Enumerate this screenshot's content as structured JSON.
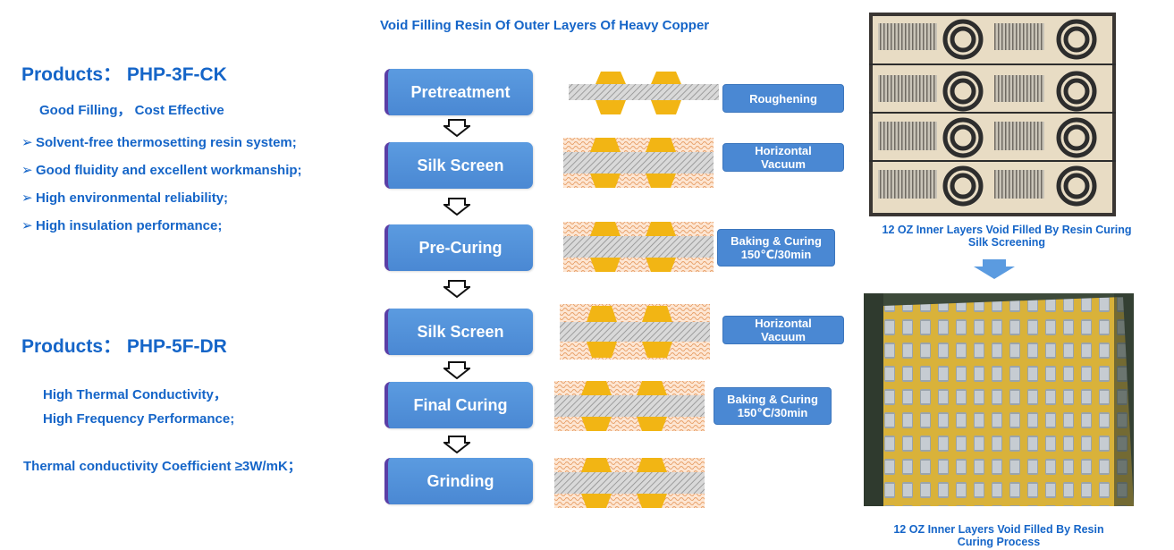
{
  "title": "Void Filling Resin Of Outer Layers Of Heavy Copper",
  "product1": {
    "heading": "Products： PHP-3F-CK",
    "subtitle": "Good Filling， Cost Effective",
    "bullets": [
      "Solvent-free thermosetting resin system;",
      "Good fluidity and excellent workmanship;",
      "High environmental reliability;",
      "High insulation performance;"
    ]
  },
  "product2": {
    "heading": "Products： PHP-5F-DR",
    "line1": "High Thermal Conductivity，",
    "line2": "High Frequency Performance;",
    "line3": "Thermal conductivity Coefficient ≥3W/mK；"
  },
  "steps": [
    {
      "label": "Pretreatment"
    },
    {
      "label": "Silk Screen"
    },
    {
      "label": "Pre-Curing"
    },
    {
      "label": "Silk Screen"
    },
    {
      "label": "Final Curing"
    },
    {
      "label": "Grinding"
    }
  ],
  "tags": {
    "t1": "Roughening",
    "t2a": "Horizontal",
    "t2b": "Vacuum",
    "t3a": "Baking & Curing",
    "t3b": "150℃/30min",
    "t4a": "Horizontal",
    "t4b": "Vacuum",
    "t5a": "Baking & Curing",
    "t5b": "150℃/30min"
  },
  "captions": {
    "top_a": "12 OZ Inner Layers Void Filled By Resin Curing",
    "top_b": "Silk Screening",
    "bottom_a": "12 OZ Inner Layers Void Filled By Resin",
    "bottom_b": "Curing Process"
  },
  "colors": {
    "accent_blue": "#1565c8",
    "step_fill": "#4a88d3",
    "copper_yellow": "#f2b514",
    "resin_orange": "#e8a16a"
  }
}
